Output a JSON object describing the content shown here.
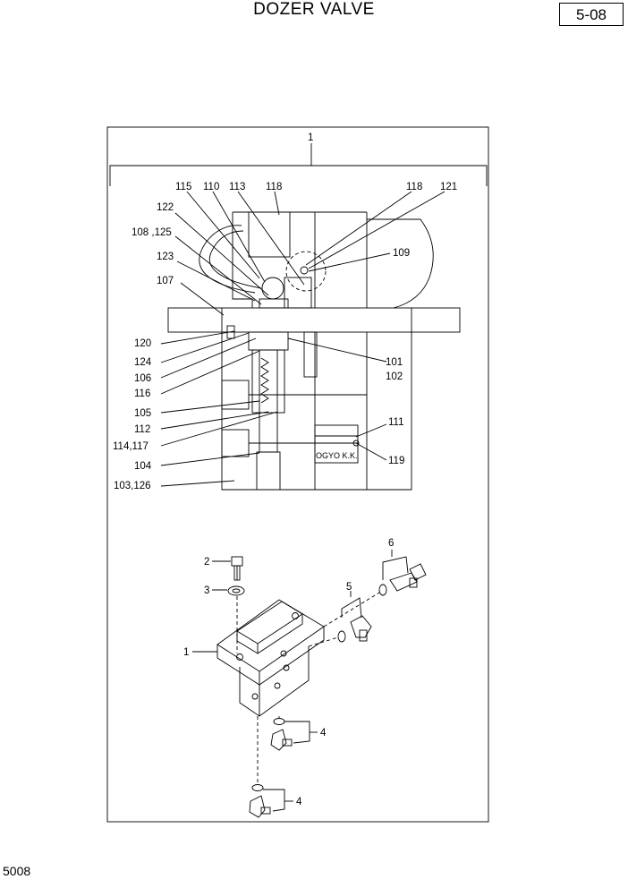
{
  "header": {
    "title": "DOZER VALVE",
    "page_number": "5-08"
  },
  "footer": {
    "code": "5008"
  },
  "diagram": {
    "assembly_label": "1",
    "nameplate_text": "OGYO K.K.",
    "section_labels": [
      "115",
      "110",
      "113",
      "118",
      "118",
      "121",
      "122",
      "108 ,125",
      "109",
      "123",
      "107",
      "120",
      "124",
      "101",
      "102",
      "106",
      "116",
      "105",
      "111",
      "112",
      "114,117",
      "119",
      "104",
      "103,126"
    ],
    "exploded_labels": [
      "2",
      "3",
      "1",
      "4",
      "4",
      "5",
      "6"
    ]
  }
}
